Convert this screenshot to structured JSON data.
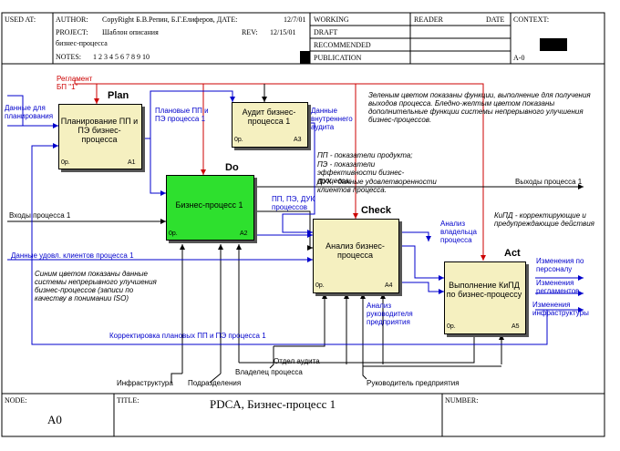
{
  "header": {
    "used_at": "USED AT:",
    "author_label": "AUTHOR:",
    "author_value": "CopyRight Б.В.Репин, Б.Г.Елиферов, ДАТЕ:",
    "date_value": "12/7/01",
    "project_label": "PROJECT:",
    "project_value": "Шаблон описания",
    "project_value2": "бизнес-процесса",
    "rev_label": "REV:",
    "rev_value": "12/15/01",
    "notes_label": "NOTES:",
    "notes_value": "1   2   3   4   5   6   7   8   9   10",
    "working": "WORKING",
    "draft": "DRAFT",
    "recommended": "RECOMMENDED",
    "publication": "PUBLICATION",
    "reader": "READER",
    "date": "DATE",
    "context": "CONTEXT:",
    "context_node": "A-0"
  },
  "footer": {
    "node_label": "NODE:",
    "node_value": "A0",
    "title_label": "TITLE:",
    "title_value": "PDCA,  Бизнес-процесс  1",
    "number_label": "NUMBER:"
  },
  "stages": {
    "plan": "Plan",
    "do": "Do",
    "check": "Check",
    "act": "Act"
  },
  "boxes": {
    "a1": {
      "label": "Планирование ПП и ПЭ бизнес-процесса",
      "num": "A1",
      "tag": "0р."
    },
    "a2": {
      "label": "Бизнес-процесс 1",
      "num": "A2",
      "tag": "0р."
    },
    "a3": {
      "label": "Аудит бизнес-процесса 1",
      "num": "A3",
      "tag": "0р."
    },
    "a4": {
      "label": "Анализ бизнес-процесса",
      "num": "A4",
      "tag": "0р."
    },
    "a5": {
      "label": "Выполнение КиПД по бизнес-процессу",
      "num": "A5",
      "tag": "0р."
    }
  },
  "arrows": {
    "reglament": "Регламент БП \"1\"",
    "planning_data": "Данные для планирования",
    "plan_pp": "Плановые ПП и ПЭ процесса 1",
    "audit_data": "Данные внутреннего аудита",
    "inputs": "Входы процесса 1",
    "outputs": "Выходы процесса 1",
    "pp_pe_duk": "ПП, ПЭ, ДУК процессов",
    "satisfaction": "Данные удовл. клиентов процесса 1",
    "owner_analysis": "Анализ владельца процесса",
    "mgmt_analysis": "Анализ руководителя предприятия",
    "correction": "Корректировка плановых ПП и ПЭ процесса 1",
    "changes_staff": "Изменения по персоналу",
    "changes_regs": "Изменения регламентов",
    "changes_infra": "Изменения инфраструктуры",
    "audit_dept": "Отдел аудита",
    "infrastructure": "Инфраструктура",
    "departments": "Подразделения",
    "owner": "Владелец процесса",
    "head": "Руководитель предприятия"
  },
  "notes": {
    "green": "Зеленым цветом показаны функции, выполнение для получения выходов процесса. Бледно-желтым цветом показаны дополнительные функции системы непрерывного улучшения бизнес-процессов.",
    "pp": "ПП - показатели продукта;",
    "pe": "ПЭ - показатели эффективности бизнес-процесса;",
    "duk": "ДУК - данные удовлетворенности клиентов процесса.",
    "kipd": "КиПД - корректирующие и предупреждающие действия",
    "blue": "Синим цветом показаны данные системы непрерывного улучшения бизнес-процессов (записи по качеству в понимании ISO)"
  }
}
